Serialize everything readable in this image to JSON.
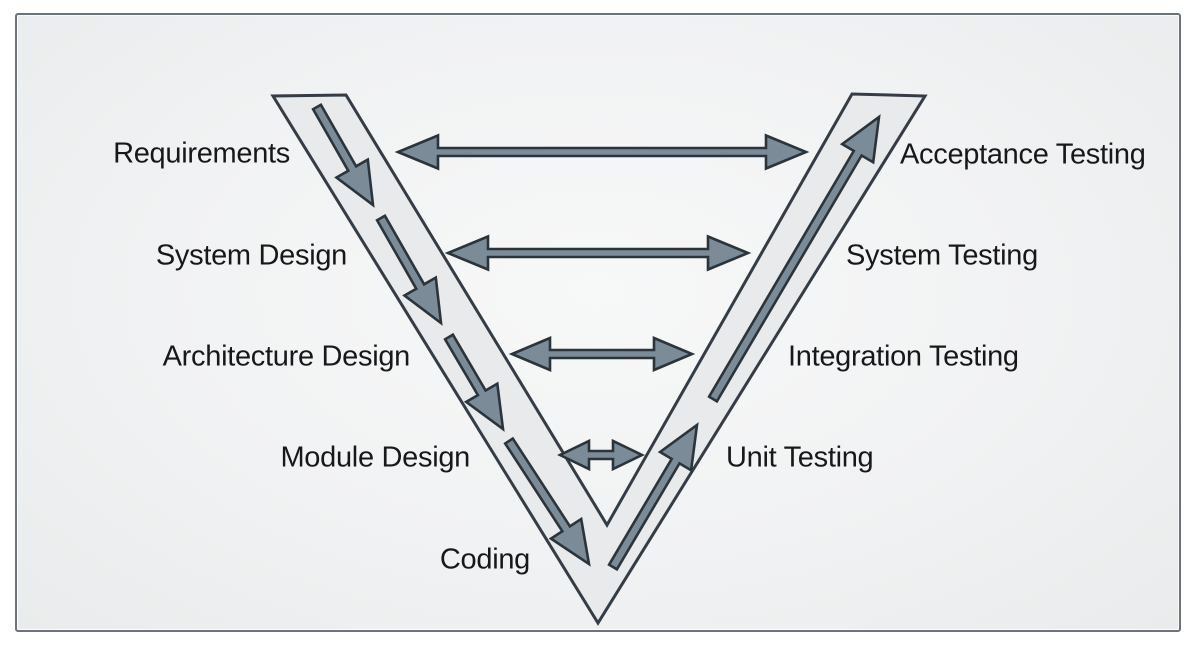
{
  "diagram_type": "v-model",
  "colors": {
    "background": "#f1f2f3",
    "frame_border": "#6b747c",
    "band_fill": "#e8eaec",
    "band_stroke": "#343d45",
    "arrow_fill": "#7b8c98",
    "arrow_stroke": "#2b343b",
    "text": "#16181b"
  },
  "phases": {
    "left": [
      {
        "label": "Requirements"
      },
      {
        "label": "System Design"
      },
      {
        "label": "Architecture Design"
      },
      {
        "label": "Module Design"
      }
    ],
    "bottom": {
      "label": "Coding"
    },
    "right": [
      {
        "label": "Acceptance Testing"
      },
      {
        "label": "System Testing"
      },
      {
        "label": "Integration Testing"
      },
      {
        "label": "Unit Testing"
      }
    ]
  },
  "connections": [
    {
      "from": "Requirements",
      "to": "Acceptance Testing"
    },
    {
      "from": "System Design",
      "to": "System Testing"
    },
    {
      "from": "Architecture Design",
      "to": "Integration Testing"
    },
    {
      "from": "Module Design",
      "to": "Unit Testing"
    }
  ]
}
